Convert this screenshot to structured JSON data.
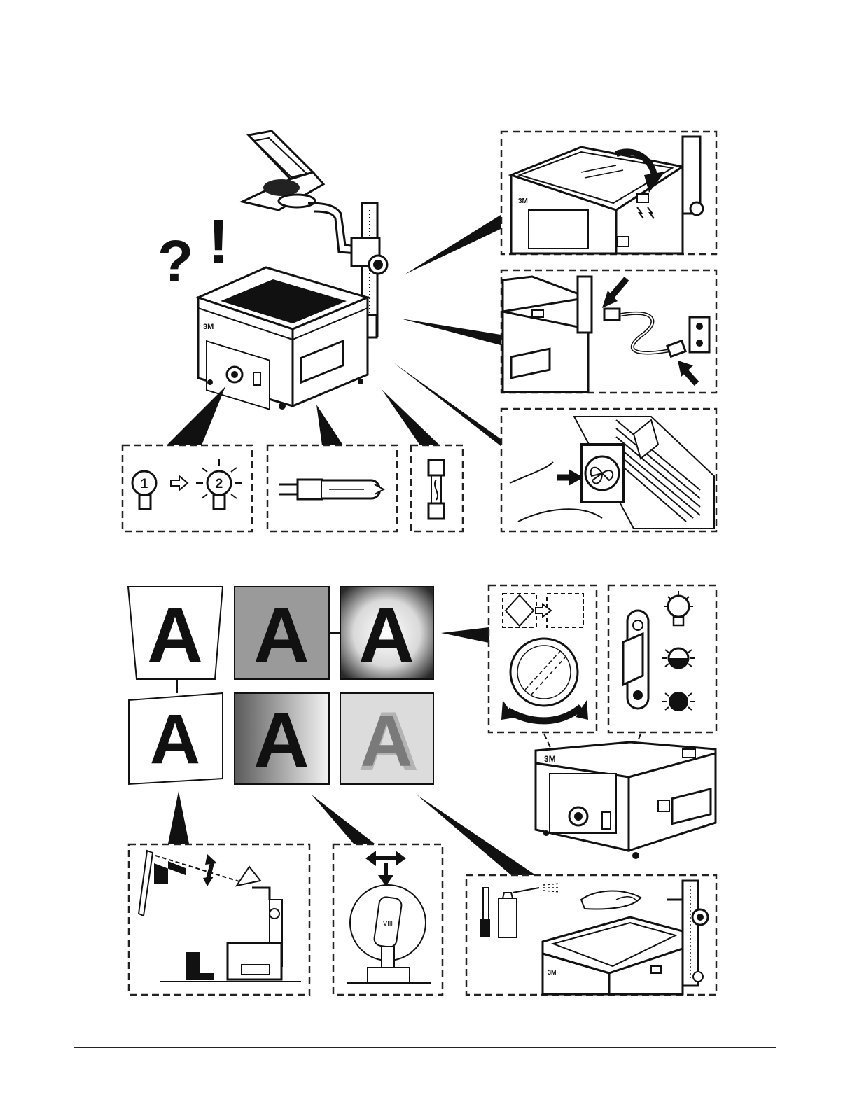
{
  "troubleshoot": {
    "question_mark": "?",
    "exclamation_mark": "!"
  },
  "brand": {
    "logo_text": "3M"
  },
  "lamp_selector": {
    "lamp_1": "1",
    "lamp_2": "2"
  },
  "projection_letter": "A",
  "bulb_marking": "VIII",
  "colors": {
    "ink": "#111111",
    "paper": "#ffffff",
    "panel_dash": "#222222",
    "dark_tile": "#9a9a9a",
    "light_tile": "#cfcfcf"
  }
}
